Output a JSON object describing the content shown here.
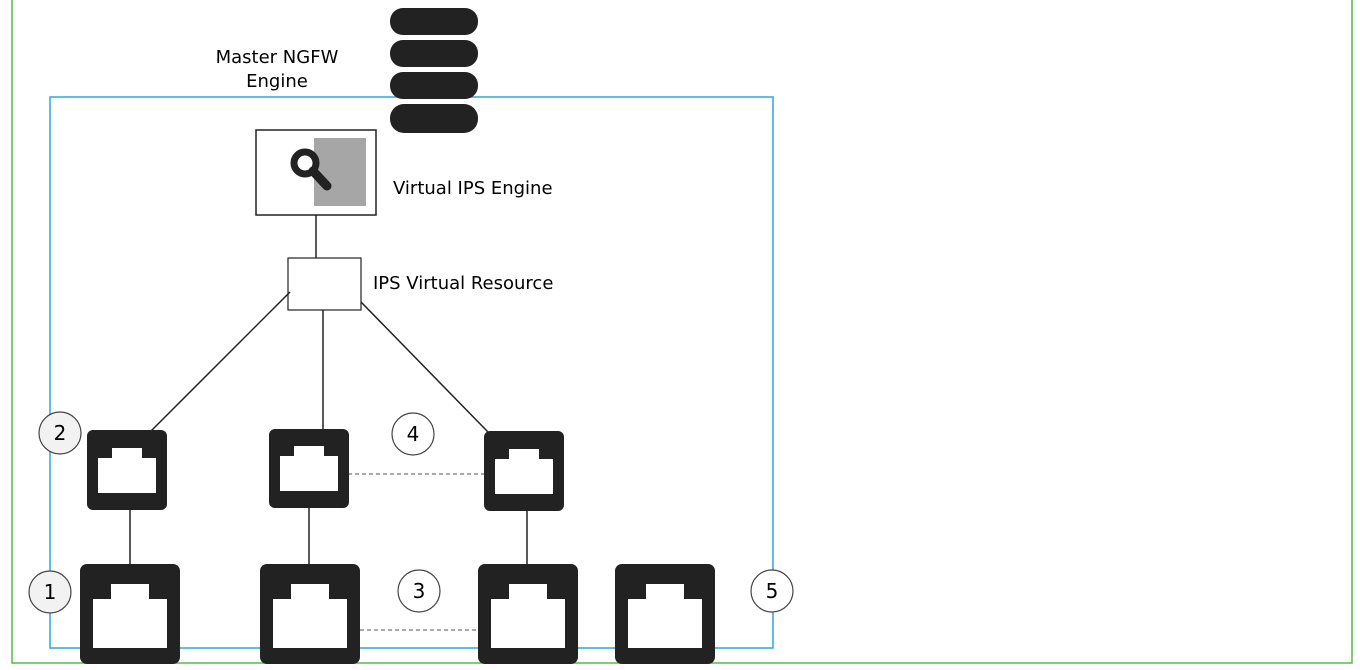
{
  "labels": {
    "master_line1": "Master NGFW",
    "master_line2": "Engine",
    "virtual_ips_engine": "Virtual IPS Engine",
    "ips_virtual_resource": "IPS Virtual Resource"
  },
  "callouts": [
    "1",
    "2",
    "3",
    "4",
    "5"
  ],
  "icons": {
    "database": "database-icon",
    "magnifier": "search-icon",
    "port": "network-port-icon"
  },
  "colors": {
    "outer_border": "#58b947",
    "engine_border": "#2aa7de",
    "port_fill": "#222222",
    "callout_fill": "#f2f2f2",
    "magnifier_panel": "#a6a6a6"
  }
}
